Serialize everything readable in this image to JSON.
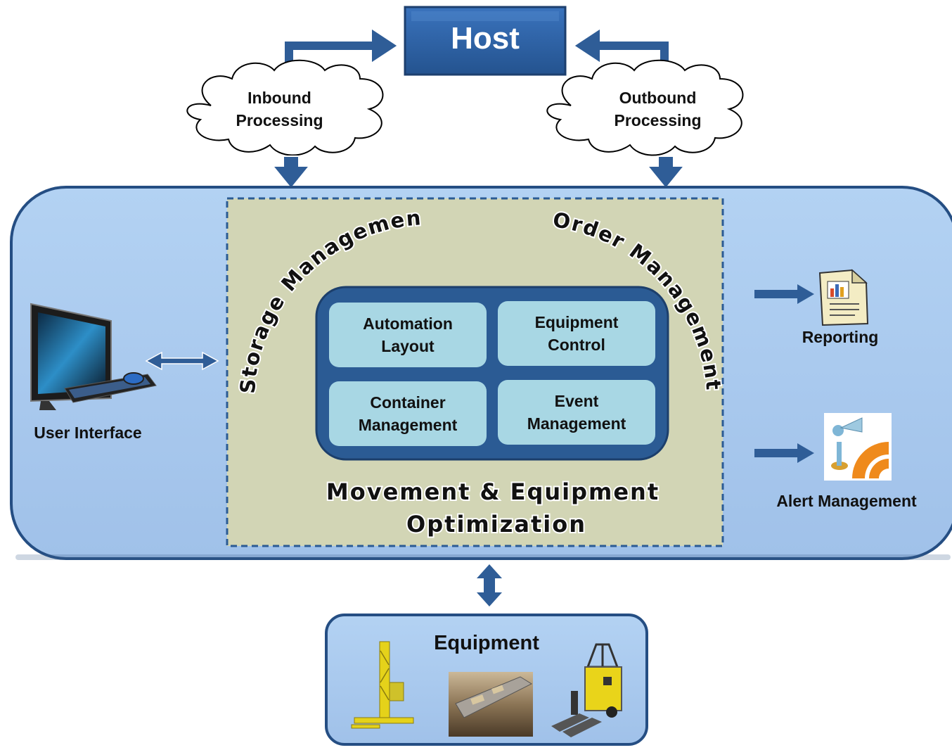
{
  "host": {
    "label": "Host"
  },
  "inbound": {
    "line1": "Inbound",
    "line2": "Processing"
  },
  "outbound": {
    "line1": "Outbound",
    "line2": "Processing"
  },
  "arc_labels": {
    "storage": "Storage Management",
    "order": "Order Management"
  },
  "modules": [
    {
      "label": "Automation\nLayout"
    },
    {
      "label": "Equipment\nControl"
    },
    {
      "label": "Container\nManagement"
    },
    {
      "label": "Event\nManagement"
    }
  ],
  "core": {
    "line1": "Movement & Equipment",
    "line2": "Optimization"
  },
  "user_interface": {
    "label": "User Interface"
  },
  "reporting": {
    "label": "Reporting"
  },
  "alert": {
    "label": "Alert Management"
  },
  "equipment": {
    "label": "Equipment"
  },
  "colors": {
    "arrow": "#2f5d97",
    "host_fill": "#2e63a8",
    "system_fill": "#a9c9ee",
    "core_fill": "#d2d5b5",
    "module_fill": "#a8d7e4",
    "module_frame": "#2b5b94"
  }
}
